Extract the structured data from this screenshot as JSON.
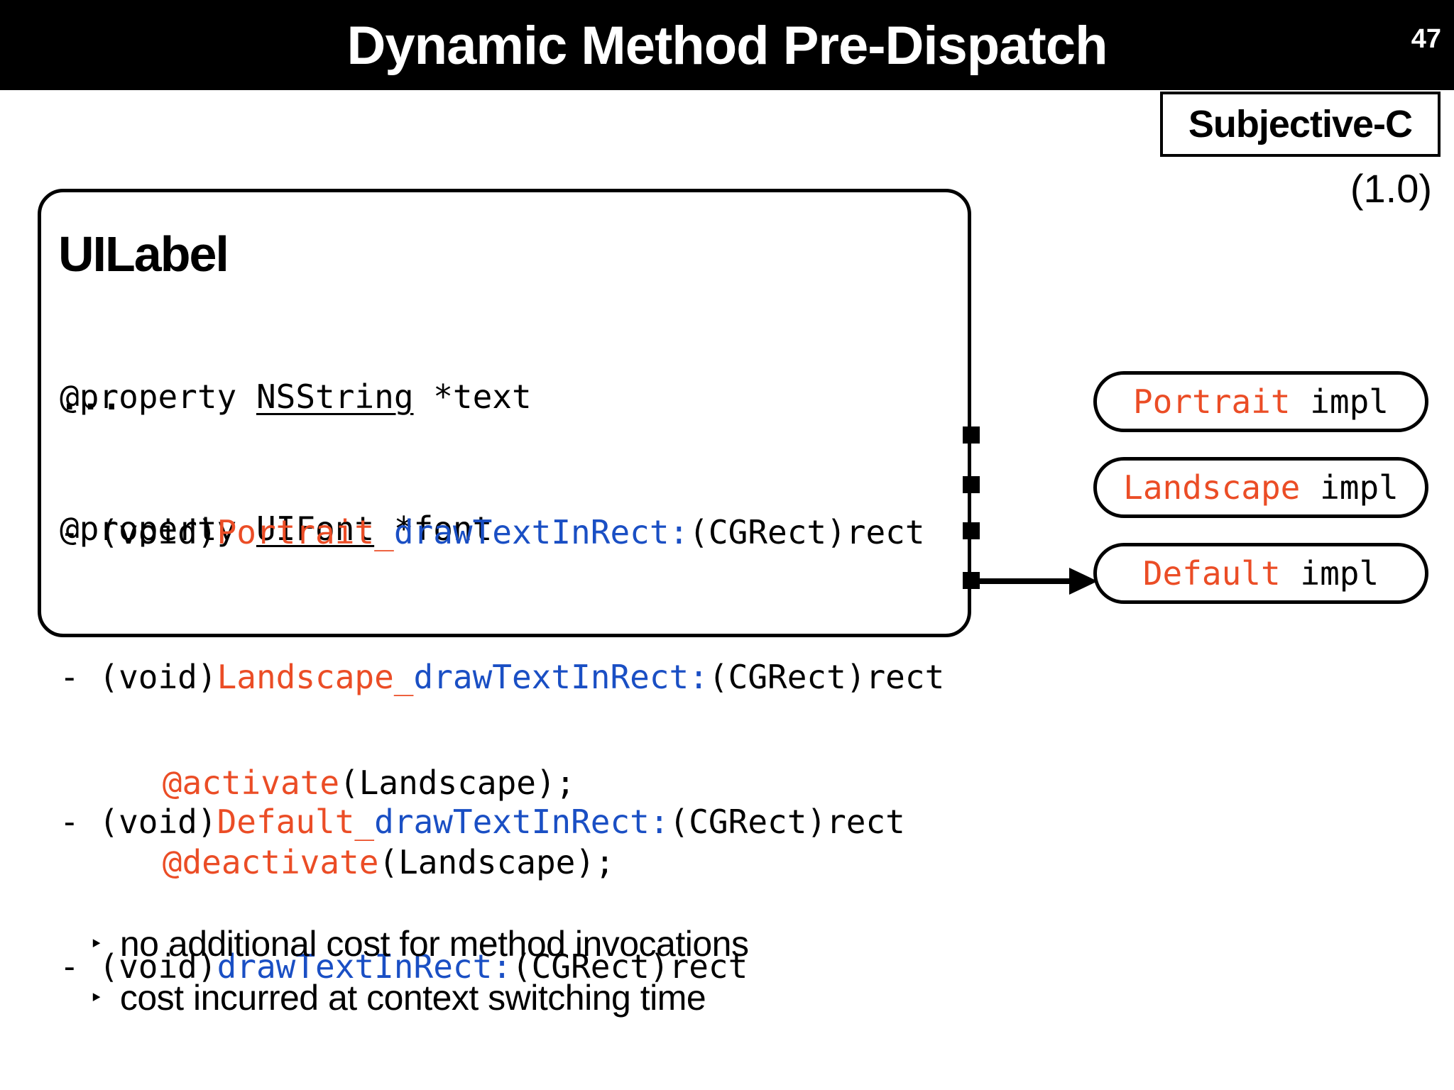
{
  "header": {
    "title": "Dynamic Method Pre-Dispatch",
    "page_number": "47"
  },
  "badge": {
    "label": "Subjective-C",
    "version": "(1.0)"
  },
  "uilabel_box": {
    "class_name": "UILabel",
    "properties": [
      {
        "keyword": "@property ",
        "type": "NSString",
        "rest": " *text"
      },
      {
        "keyword": "@property ",
        "type": "UIFont",
        "rest": " *font"
      }
    ],
    "ellipsis": "...",
    "methods": [
      {
        "prefix": "- (void)",
        "category": "Portrait_",
        "selector": "drawTextInRect:",
        "args": "(CGRect)rect"
      },
      {
        "prefix": "- (void)",
        "category": "Landscape_",
        "selector": "drawTextInRect:",
        "args": "(CGRect)rect"
      },
      {
        "prefix": "- (void)",
        "category": "Default_",
        "selector": "drawTextInRect:",
        "args": "(CGRect)rect"
      },
      {
        "prefix": "- (void)",
        "category": "",
        "selector": "drawTextInRect:",
        "args": "(CGRect)rect"
      }
    ]
  },
  "impl_boxes": [
    {
      "name": "Portrait",
      "suffix": " impl"
    },
    {
      "name": "Landscape",
      "suffix": " impl"
    },
    {
      "name": "Default",
      "suffix": " impl"
    }
  ],
  "statements": [
    {
      "directive": "@activate",
      "args": "(Landscape);"
    },
    {
      "directive": "@deactivate",
      "args": "(Landscape);"
    }
  ],
  "bullets": {
    "marker": "‣",
    "items": [
      "no additional cost for method invocations",
      "cost incurred at context switching time"
    ]
  },
  "colors": {
    "accent_orange": "#EB4D26",
    "accent_blue": "#1A4FC4",
    "header_bg": "#000000"
  }
}
